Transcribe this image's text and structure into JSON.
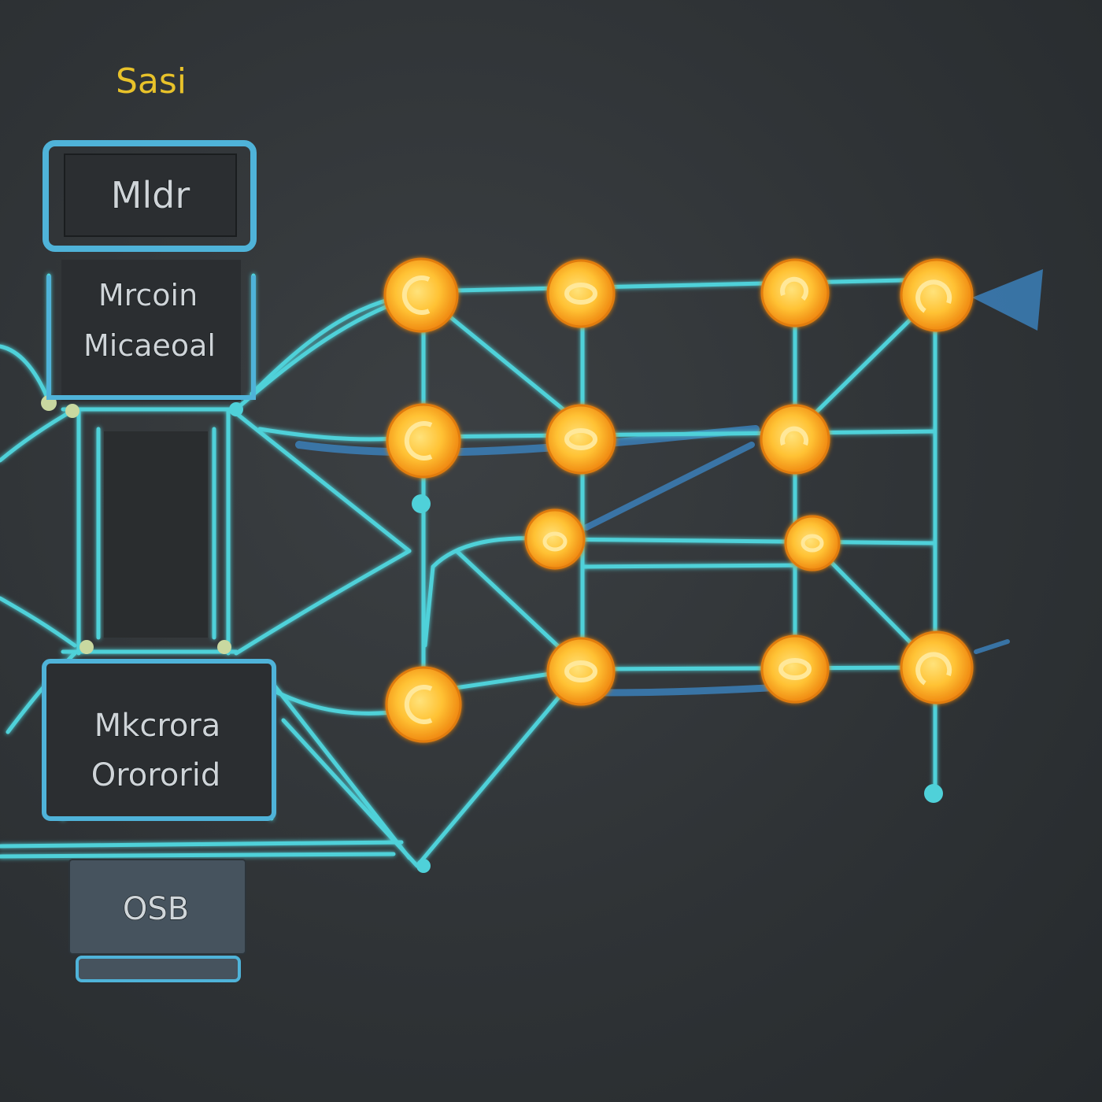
{
  "diagram": {
    "title": "Sasi",
    "blocks": [
      {
        "id": "top",
        "lines": [
          "Mldr"
        ]
      },
      {
        "id": "upper-mid",
        "lines": [
          "Mrcoin",
          "Micaeoal"
        ]
      },
      {
        "id": "lower-mid",
        "lines": [
          "Mkcrora",
          "Orororid"
        ]
      },
      {
        "id": "bottom",
        "lines": [
          "OSB"
        ]
      }
    ],
    "node_count": 13,
    "colors": {
      "background": "#2f3336",
      "wire": "#4fd1d9",
      "block_border": "#4fb3d9",
      "block_fill": "#2b2e31",
      "node_outer": "#f5a623",
      "node_inner": "#ffd24a",
      "title": "#e8c22a",
      "arrow": "#3b7fb8"
    }
  }
}
